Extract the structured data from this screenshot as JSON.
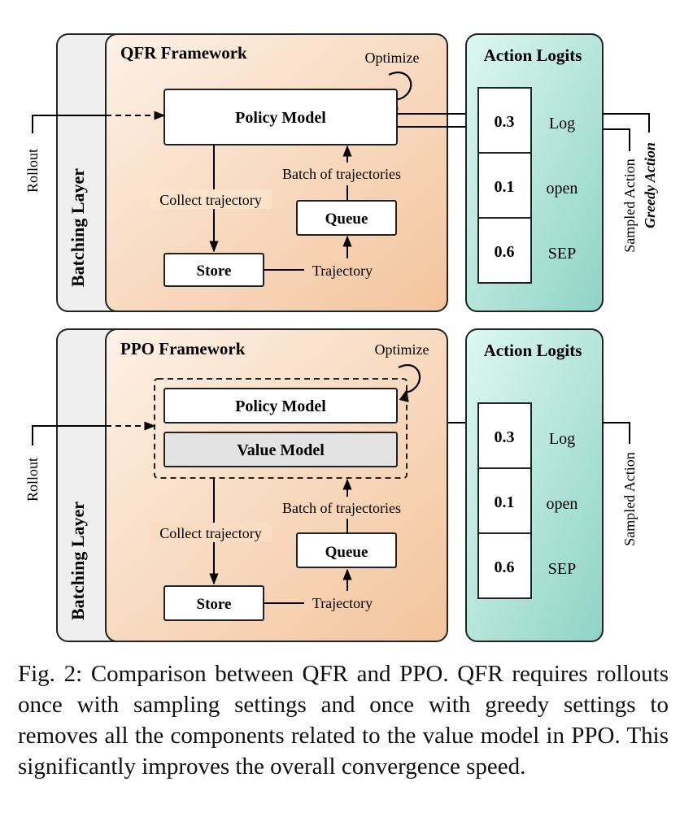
{
  "qfr": {
    "batching_label": "Batching Layer",
    "framework_title": "QFR Framework",
    "optimize_label": "Optimize",
    "policy_model_label": "Policy Model",
    "collect_label": "Collect trajectory",
    "batch_label": "Batch of trajectories",
    "queue_label": "Queue",
    "store_label": "Store",
    "trajectory_label": "Trajectory",
    "rollout_label": "Rollout",
    "logits_title": "Action Logits",
    "logits": [
      {
        "value": "0.3",
        "token": "Log"
      },
      {
        "value": "0.1",
        "token": "open"
      },
      {
        "value": "0.6",
        "token": "SEP"
      }
    ],
    "sampled_label": "Sampled Action",
    "greedy_label": "Greedy Action"
  },
  "ppo": {
    "batching_label": "Batching Layer",
    "framework_title": "PPO Framework",
    "optimize_label": "Optimize",
    "policy_model_label": "Policy Model",
    "value_model_label": "Value Model",
    "collect_label": "Collect trajectory",
    "batch_label": "Batch of trajectories",
    "queue_label": "Queue",
    "store_label": "Store",
    "trajectory_label": "Trajectory",
    "rollout_label": "Rollout",
    "logits_title": "Action Logits",
    "logits": [
      {
        "value": "0.3",
        "token": "Log"
      },
      {
        "value": "0.1",
        "token": "open"
      },
      {
        "value": "0.6",
        "token": "SEP"
      }
    ],
    "sampled_label": "Sampled Action"
  },
  "caption": "Fig. 2: Comparison between QFR and PPO. QFR requires rollouts once with sampling settings and once with greedy settings to removes all the components related to the value model in PPO. This significantly improves the overall convergence speed.",
  "colors": {
    "framework_gradient": [
      "#fdf1e6",
      "#f3c49c"
    ],
    "logits_gradient": [
      "#ddf8f0",
      "#8fd3c6"
    ],
    "batching_fill": "#efefef",
    "value_model_fill": "#e3e3e3"
  }
}
